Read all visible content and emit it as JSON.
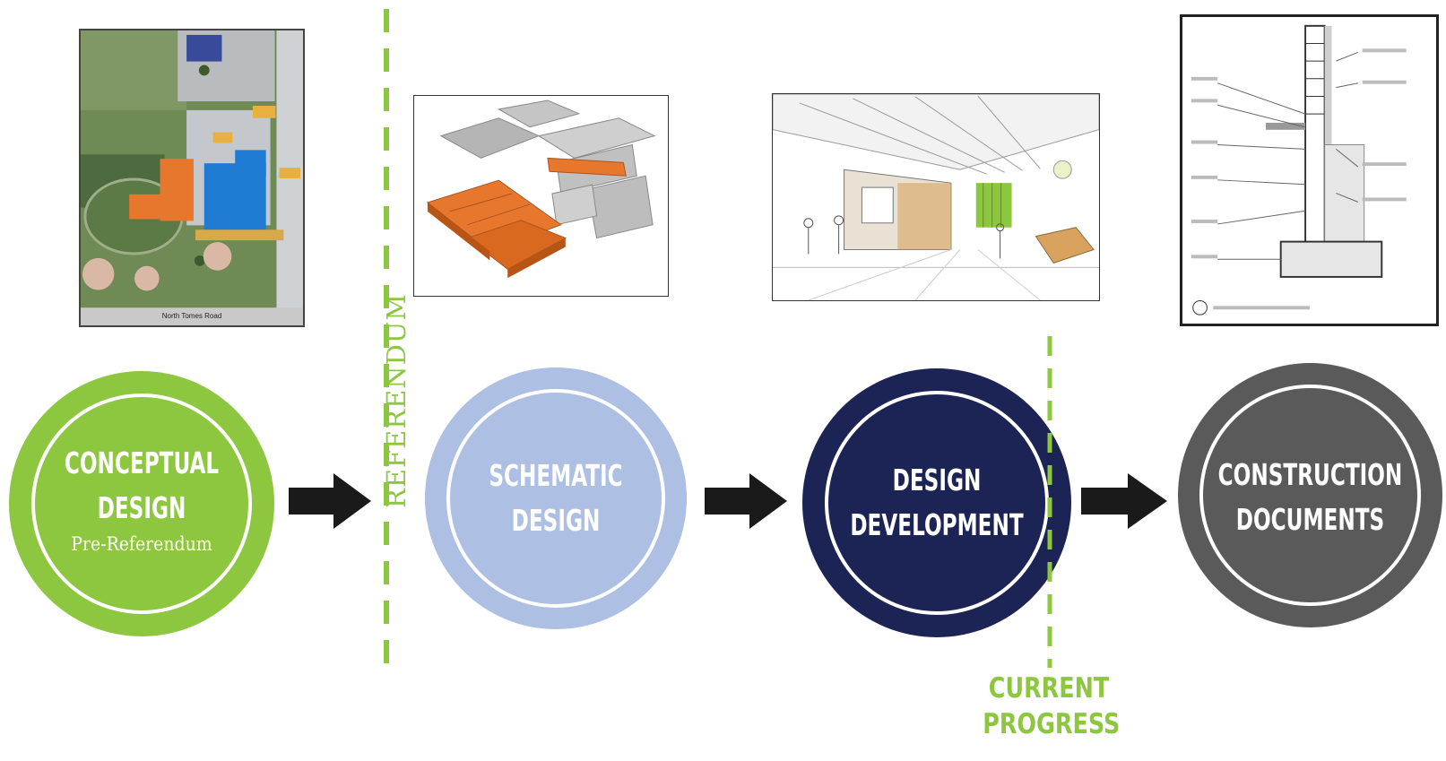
{
  "stages": [
    {
      "line1": "CONCEPTUAL",
      "line2": "DESIGN",
      "sub": "Pre-Referendum",
      "color": "#8dc63f"
    },
    {
      "line1": "SCHEMATIC",
      "line2": "DESIGN",
      "sub": "",
      "color": "#aebfe4"
    },
    {
      "line1": "DESIGN",
      "line2": "DEVELOPMENT",
      "sub": "",
      "color": "#1c2455"
    },
    {
      "line1": "CONSTRUCTION",
      "line2": "DOCUMENTS",
      "sub": "",
      "color": "#5a5a5a"
    }
  ],
  "referendum_label": "REFERENDUM",
  "progress_label": {
    "line1": "CURRENT",
    "line2": "PROGRESS"
  },
  "site_plan": {
    "road_label": "North Tomes Road"
  },
  "colors": {
    "accent_green": "#8dc63f",
    "arrow": "#1a1a1a",
    "highlight_orange": "#e8772e",
    "highlight_blue": "#1f7ad1"
  }
}
